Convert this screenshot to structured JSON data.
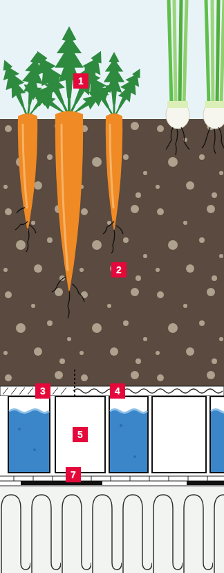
{
  "diagram": {
    "labels": [
      "1",
      "2",
      "3",
      "4",
      "5",
      "7"
    ]
  }
}
